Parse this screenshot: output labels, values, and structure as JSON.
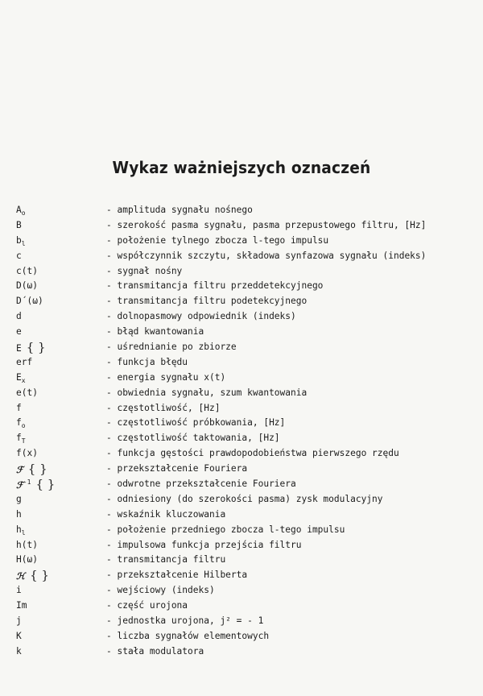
{
  "title": "Wykaz ważniejszych oznaczeń",
  "rows": [
    {
      "base": "A",
      "sub": "o",
      "sup": "",
      "rest": "",
      "desc": "- amplituda sygnału nośnego"
    },
    {
      "base": "B",
      "sub": "",
      "sup": "",
      "rest": "",
      "desc": "- szerokość pasma sygnału, pasma przepustowego filtru, [Hz]"
    },
    {
      "base": "b",
      "sub": "l",
      "sup": "",
      "rest": "",
      "desc": "- położenie tylnego zbocza l-tego impulsu"
    },
    {
      "base": "c",
      "sub": "",
      "sup": "",
      "rest": "",
      "desc": "- współczynnik szczytu, składowa synfazowa sygnału (indeks)"
    },
    {
      "base": "c(t)",
      "sub": "",
      "sup": "",
      "rest": "",
      "desc": "- sygnał nośny"
    },
    {
      "base": "D(ω)",
      "sub": "",
      "sup": "",
      "rest": "",
      "desc": "- transmitancja filtru przeddetekcyjnego"
    },
    {
      "base": "D´(ω)",
      "sub": "",
      "sup": "",
      "rest": "",
      "desc": "- transmitancja filtru podetekcyjnego"
    },
    {
      "base": "d",
      "sub": "",
      "sup": "",
      "rest": "",
      "desc": "- dolnopasmowy odpowiednik (indeks)"
    },
    {
      "base": "e",
      "sub": "",
      "sup": "",
      "rest": "",
      "desc": "- błąd kwantowania"
    },
    {
      "base": "E",
      "sub": "",
      "sup": "",
      "rest": "{ }",
      "desc": "- uśrednianie po zbiorze"
    },
    {
      "base": "erf",
      "sub": "",
      "sup": "",
      "rest": "",
      "desc": "- funkcja błędu"
    },
    {
      "base": "E",
      "sub": "x",
      "sup": "",
      "rest": "",
      "desc": "- energia sygnału x(t)"
    },
    {
      "base": "e(t)",
      "sub": "",
      "sup": "",
      "rest": "",
      "desc": "- obwiednia sygnału, szum kwantowania"
    },
    {
      "base": "f",
      "sub": "",
      "sup": "",
      "rest": "",
      "desc": "- częstotliwość, [Hz]"
    },
    {
      "base": "f",
      "sub": "o",
      "sup": "",
      "rest": "",
      "desc": "- częstotliwość próbkowania, [Hz]"
    },
    {
      "base": "f",
      "sub": "T",
      "sup": "",
      "rest": "",
      "desc": "- częstotliwość taktowania, [Hz]"
    },
    {
      "base": "f(x)",
      "sub": "",
      "sup": "",
      "rest": "",
      "desc": "- funkcja gęstości prawdopodobieństwa pierwszego rzędu"
    },
    {
      "base": "ℱ",
      "sub": "",
      "sup": "",
      "rest": "{ }",
      "desc": "- przekształcenie Fouriera"
    },
    {
      "base": "ℱ",
      "sub": "",
      "sup": "-1",
      "rest": "{ }",
      "desc": "- odwrotne przekształcenie Fouriera"
    },
    {
      "base": "g",
      "sub": "",
      "sup": "",
      "rest": "",
      "desc": "- odniesiony (do szerokości pasma) zysk modulacyjny"
    },
    {
      "base": "h",
      "sub": "",
      "sup": "",
      "rest": "",
      "desc": "- wskaźnik kluczowania"
    },
    {
      "base": "h",
      "sub": "l",
      "sup": "",
      "rest": "",
      "desc": "- położenie przedniego zbocza l-tego impulsu"
    },
    {
      "base": "h(t)",
      "sub": "",
      "sup": "",
      "rest": "",
      "desc": "- impulsowa funkcja przejścia filtru"
    },
    {
      "base": "H(ω)",
      "sub": "",
      "sup": "",
      "rest": "",
      "desc": "- transmitancja filtru"
    },
    {
      "base": "ℋ",
      "sub": "",
      "sup": "",
      "rest": "{ }",
      "desc": "- przekształcenie Hilberta"
    },
    {
      "base": "i",
      "sub": "",
      "sup": "",
      "rest": "",
      "desc": "- wejściowy (indeks)"
    },
    {
      "base": "Im",
      "sub": "",
      "sup": "",
      "rest": "",
      "desc": "- część urojona"
    },
    {
      "base": "j",
      "sub": "",
      "sup": "",
      "rest": "",
      "desc": "- jednostka urojona, j² = - 1"
    },
    {
      "base": "K",
      "sub": "",
      "sup": "",
      "rest": "",
      "desc": "- liczba sygnałów elementowych"
    },
    {
      "base": "k",
      "sub": "",
      "sup": "",
      "rest": "",
      "desc": "- stała modulatora"
    }
  ]
}
